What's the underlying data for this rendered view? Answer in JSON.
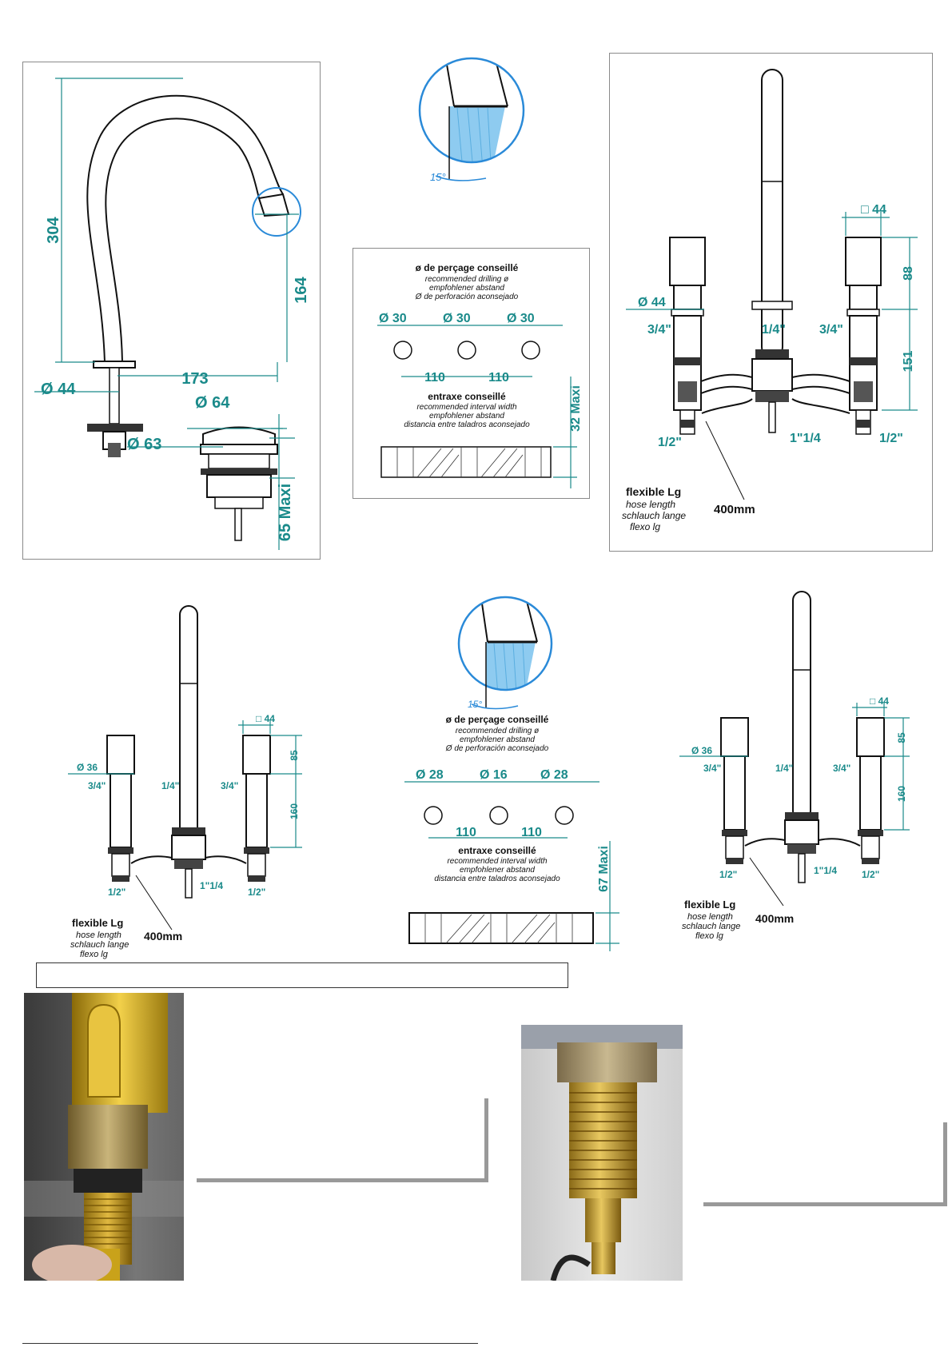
{
  "spout": {
    "height": "304",
    "outlet_height": "164",
    "reach": "173",
    "base_diam": "Ø 44"
  },
  "waste": {
    "top_diam": "Ø 64",
    "body_diam": "Ø 63",
    "thickness": "65 Maxi"
  },
  "spout_angle": "15°",
  "drill_top": {
    "title": "ø de perçage conseillé",
    "lines": [
      "recommended drilling ø",
      "empfohlener abstand",
      "Ø de perforación aconsejado"
    ],
    "holes": [
      "Ø 30",
      "Ø 30",
      "Ø 30"
    ],
    "spacings": [
      "110",
      "110"
    ],
    "interval_title": "entraxe conseillé",
    "interval_lines": [
      "recommended interval width",
      "empfohlener abstand",
      "distancia entre taladros aconsejado"
    ],
    "thickness": "32 Maxi"
  },
  "drill_bottom": {
    "title": "ø de perçage conseillé",
    "lines": [
      "recommended drilling ø",
      "empfohlener abstand",
      "Ø de perforación aconsejado"
    ],
    "holes": [
      "Ø 28",
      "Ø 16",
      "Ø 28"
    ],
    "spacings": [
      "110",
      "110"
    ],
    "interval_title": "entraxe conseillé",
    "interval_lines": [
      "recommended interval width",
      "empfohlener abstand",
      "distancia entre taladros aconsejado"
    ],
    "thickness": "67 Maxi"
  },
  "mixer_top": {
    "square": "□ 44",
    "d_left": "Ø 44",
    "h_top": "88",
    "h_bot": "151",
    "thread_l": "3/4\"",
    "thread_c": "1/4\"",
    "thread_r": "3/4\"",
    "conn_l": "1/2\"",
    "conn_c": "1\"1/4",
    "conn_r": "1/2\"",
    "hose_title": "flexible Lg",
    "hose_lines": [
      "hose length",
      "schlauch lange",
      "flexo lg"
    ],
    "hose_len": "400mm"
  },
  "mixer_bl": {
    "square": "□ 44",
    "d_left": "Ø 36",
    "h_top": "85",
    "h_bot": "160",
    "thread_l": "3/4\"",
    "thread_c": "1/4\"",
    "thread_r": "3/4\"",
    "conn_l": "1/2\"",
    "conn_c": "1\"1/4",
    "conn_r": "1/2\"",
    "hose_title": "flexible Lg",
    "hose_lines": [
      "hose length",
      "schlauch lange",
      "flexo lg"
    ],
    "hose_len": "400mm"
  },
  "mixer_br": {
    "square": "□ 44",
    "d_left": "Ø 36",
    "h_top": "85",
    "h_bot": "160",
    "thread_l": "3/4\"",
    "thread_c": "1/4\"",
    "thread_r": "3/4\"",
    "conn_l": "1/2\"",
    "conn_c": "1\"1/4",
    "conn_r": "1/2\"",
    "hose_title": "flexible Lg",
    "hose_lines": [
      "hose length",
      "schlauch lange",
      "flexo lg"
    ],
    "hose_len": "400mm"
  },
  "colors": {
    "dimension": "#1a8a8a",
    "circle": "#2a8ad8",
    "water": "#8ecbf0"
  }
}
